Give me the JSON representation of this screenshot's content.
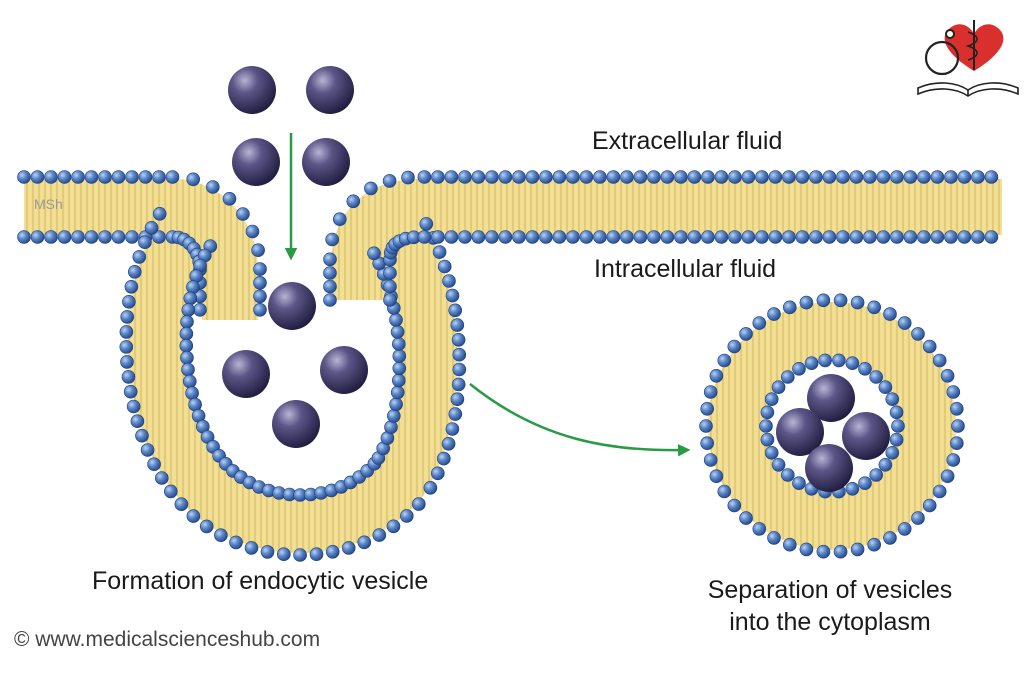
{
  "labels": {
    "extracellular": "Extracellular fluid",
    "intracellular": "Intracellular fluid",
    "formation": "Formation of endocytic vesicle",
    "separation_line1": "Separation of vesicles",
    "separation_line2": "into the cytoplasm",
    "copyright": "© www.medicalscienceshub.com",
    "watermark": "MSh"
  },
  "colors": {
    "lipid_head": "#3f6fb4",
    "lipid_tail": "#f2dc8e",
    "particle": "#4a4470",
    "arrow": "#2a9a45",
    "logo_heart": "#d9302e"
  },
  "icons": {
    "logo": "heart-caduceus-stethoscope-book-logo"
  }
}
